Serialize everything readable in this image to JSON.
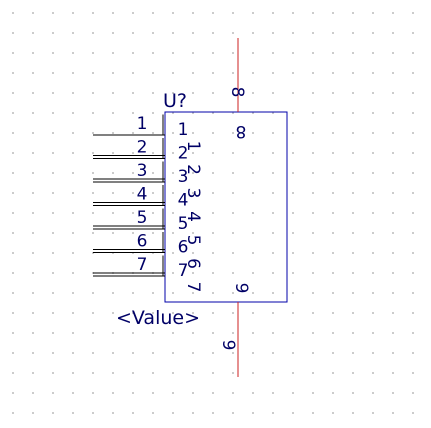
{
  "component": {
    "reference": "U?",
    "value": "<Value>",
    "left_pins": [
      {
        "number": "1",
        "label": "1",
        "name": "1"
      },
      {
        "number": "2",
        "label": "2",
        "name": "2"
      },
      {
        "number": "3",
        "label": "3",
        "name": "3"
      },
      {
        "number": "4",
        "label": "4",
        "name": "4"
      },
      {
        "number": "5",
        "label": "5",
        "name": "5"
      },
      {
        "number": "6",
        "label": "6",
        "name": "6"
      },
      {
        "number": "7",
        "label": "7",
        "name": "7"
      }
    ],
    "top_pin": {
      "number": "8",
      "name": "8"
    },
    "bottom_pin": {
      "number": "9",
      "name": "9"
    }
  },
  "colors": {
    "background": "#ffffff",
    "grid_dot": "#c4c4c4",
    "body": "#0000aa",
    "pin_line": "#cc2222",
    "left_pin_line": "#000000",
    "text": "#000066"
  }
}
